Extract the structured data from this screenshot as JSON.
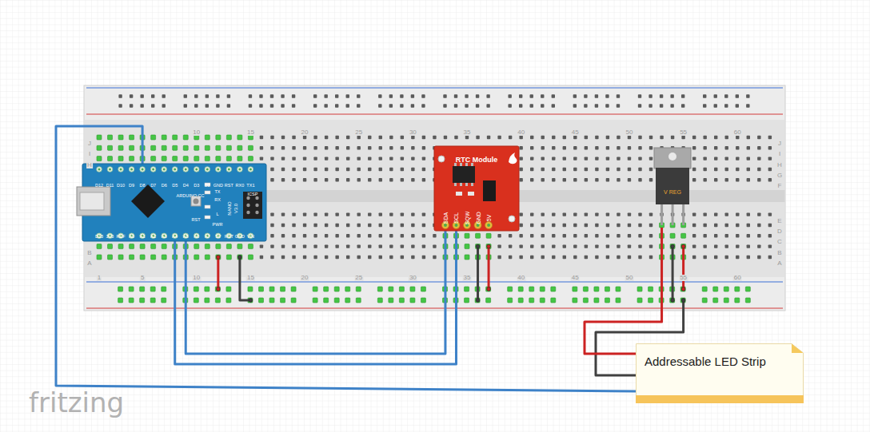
{
  "diagram": {
    "nodes": [
      {
        "text": [
          "D12",
          "D11",
          "D10",
          "D9",
          "D8",
          "D7",
          "D6",
          "D5",
          "D4",
          "D3",
          "D2",
          "GND",
          "RST",
          "RX0",
          "TX1",
          "D13",
          "3V3",
          "REF",
          "A0",
          "A1",
          "A2",
          "A3",
          "A4",
          "A5",
          "A6",
          "A7",
          "5V",
          "RST",
          "GND",
          "VIN",
          "ARDUINO.CC",
          "NANO",
          "V3.0",
          "TX",
          "RX",
          "L",
          "PWR",
          "RST",
          "ICSP"
        ]
      },
      {
        "text": [
          "RTC Module",
          "SDA",
          "SCL",
          "SQW",
          "GND",
          "5V"
        ]
      },
      {
        "text": [
          "V REG"
        ]
      },
      {
        "text": [
          "Addressable LED Strip"
        ]
      }
    ],
    "edges": [
      {
        "from": 0,
        "to": 1,
        "arrow": "none"
      },
      {
        "from": 0,
        "to": 1,
        "arrow": "none"
      },
      {
        "from": 0,
        "to": 3,
        "arrow": "none"
      },
      {
        "from": 2,
        "to": 3,
        "arrow": "none"
      }
    ],
    "labels": [
      "10",
      "15",
      "20",
      "25",
      "30",
      "35",
      "40",
      "45",
      "50",
      "55",
      "60",
      "1",
      "5",
      "10",
      "15",
      "20",
      "25",
      "30",
      "35",
      "40",
      "45",
      "50",
      "55",
      "60",
      "J",
      "I",
      "H",
      "G",
      "F",
      "E",
      "D",
      "C",
      "B",
      "A",
      "J",
      "I",
      "H",
      "B",
      "A",
      "fritzing"
    ]
  }
}
